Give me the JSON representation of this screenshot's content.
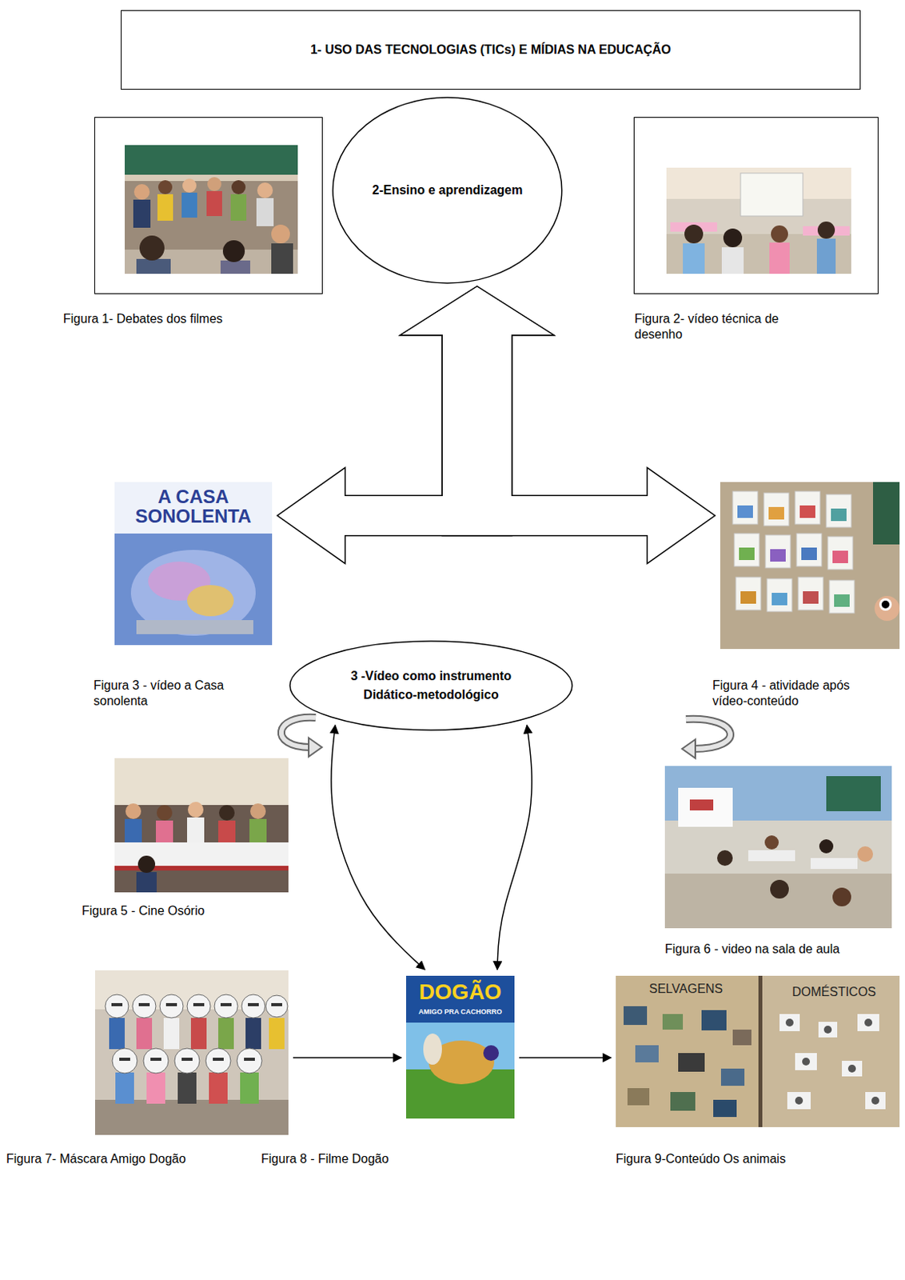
{
  "diagram": {
    "nodes": [
      {
        "text": [
          "1- USO DAS TECNOLOGIAS (TICs) E MÍDIAS NA EDUCAÇÃO"
        ]
      },
      {
        "text": [
          "Figura 1- Debates dos filmes"
        ]
      },
      {
        "text": [
          "2-Ensino e aprendizagem"
        ]
      },
      {
        "text": [
          "Figura 2- vídeo técnica de desenho"
        ]
      },
      {
        "text": [
          "Figura 3 - vídeo a Casa sonolenta"
        ]
      },
      {
        "text": [
          "3 -Vídeo como instrumento Didático-metodológico"
        ]
      },
      {
        "text": [
          "Figura 4 - atividade após vídeo-conteúdo"
        ]
      },
      {
        "text": [
          "Figura 5 - Cine Osório"
        ]
      },
      {
        "text": [
          "Figura 6 - video na sala de aula"
        ]
      },
      {
        "text": [
          "Figura 7- Máscara Amigo Dogão"
        ]
      },
      {
        "text": [
          "Figura 8 - Filme Dogão"
        ]
      },
      {
        "text": [
          "Figura 9-Conteúdo Os animais"
        ]
      }
    ],
    "edges": [
      {
        "from": 2,
        "to": 4,
        "arrow": "both"
      },
      {
        "from": 2,
        "to": 6,
        "arrow": "both"
      },
      {
        "from": 5,
        "to": 10,
        "arrow": "both"
      },
      {
        "from": 5,
        "to": 10,
        "arrow": "both"
      },
      {
        "from": 9,
        "to": 10,
        "arrow": "to"
      },
      {
        "from": 10,
        "to": 11,
        "arrow": "to"
      }
    ],
    "labels": [
      "A CASA SONOLENTA",
      "DOGÃO",
      "AMIGO PRA CACHORRO",
      "SELVAGENS",
      "DOMÉSTICOS"
    ]
  }
}
